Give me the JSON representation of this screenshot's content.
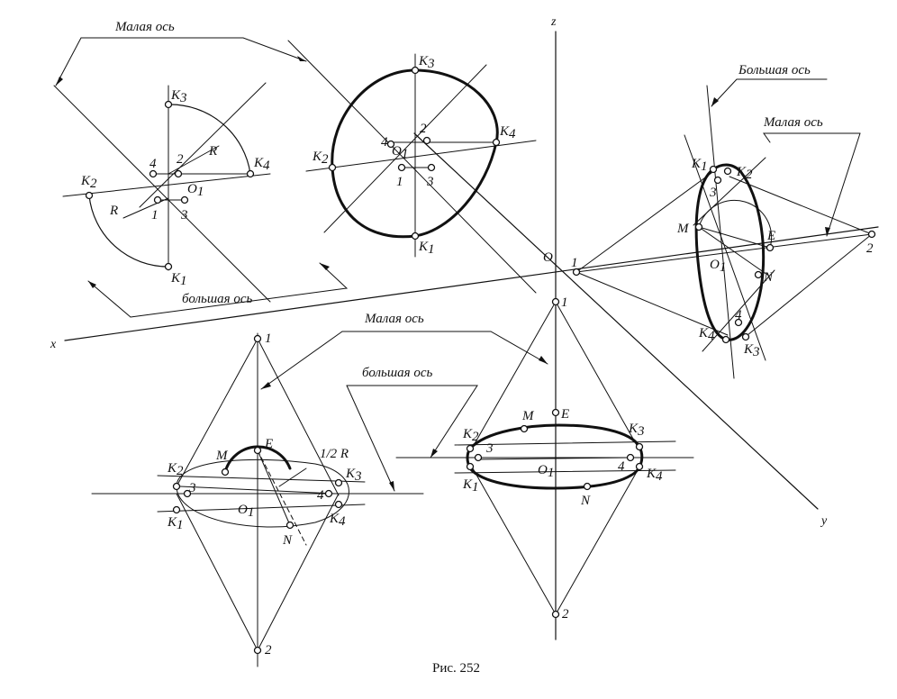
{
  "texts": {
    "minor_axis": "Малая ось",
    "major_axis": "большая ось",
    "major_axis_cap": "Большая ось",
    "caption": "Рис. 252",
    "half_r": "1/2 R",
    "r": "R",
    "z": "z",
    "x": "x",
    "y": "y",
    "o": "O"
  },
  "points": {
    "K": "K",
    "O1": "O",
    "sub1": "1",
    "sub2": "2",
    "sub3": "3",
    "sub4": "4",
    "M": "M",
    "N": "N",
    "E": "E",
    "n1": "1",
    "n2": "2",
    "n3": "3",
    "n4": "4"
  }
}
